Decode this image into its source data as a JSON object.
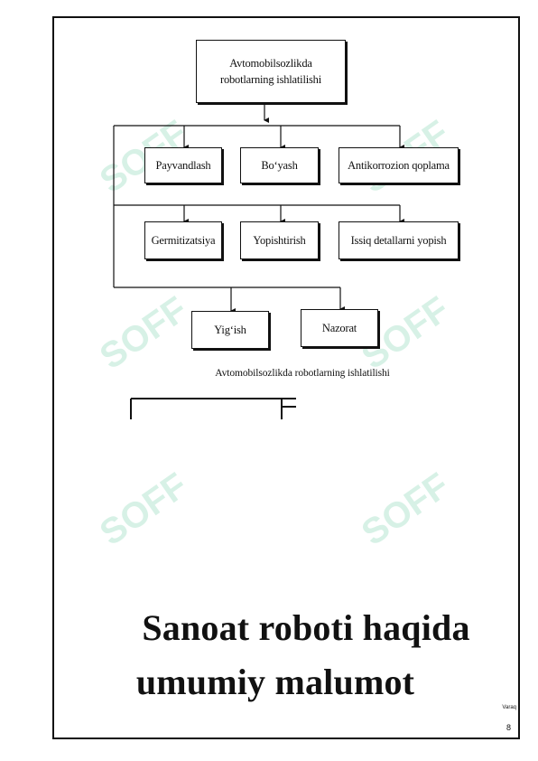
{
  "diagram": {
    "root": "Avtomobilsozlikda robotlarning ishlatilishi",
    "row1": [
      "Payvandlash",
      "Bo‘yash",
      "Antikorrozion qoplama"
    ],
    "row2": [
      "Germitizatsiya",
      "Yopishtirish",
      "Issiq detallarni yopish"
    ],
    "row3": [
      "Yig‘ish",
      "Nazorat"
    ]
  },
  "caption": "Avtomobilsozlikda robotlarning  ishlatilishi",
  "title": {
    "line1": "Sanoat roboti haqida",
    "line2": "umumiy malumot"
  },
  "footer": {
    "label": "Varaq",
    "page": "8"
  },
  "watermark": {
    "text": "SOFF",
    "color": "#8fd8b8"
  }
}
